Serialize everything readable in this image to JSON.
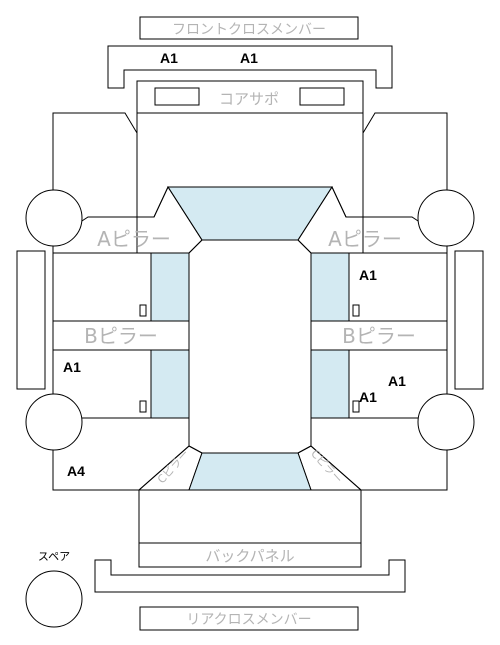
{
  "labels": {
    "front_cross_member": "フロントクロスメンバー",
    "core_support": "コアサポ",
    "a_pillar_left": "Aピラー",
    "a_pillar_right": "Aピラー",
    "b_pillar_left": "Bピラー",
    "b_pillar_right": "Bピラー",
    "c_pillar_left": "Cピラー",
    "c_pillar_right": "Cピラー",
    "back_panel": "バックパネル",
    "rear_cross_member": "リアクロスメンバー",
    "spare": "スペア"
  },
  "marks": {
    "front_left": "A1",
    "front_right": "A1",
    "right_front_door": "A1",
    "left_rear_door": "A1",
    "right_rear_outer": "A1",
    "right_rear_inner": "A1",
    "left_quarter": "A4"
  },
  "colors": {
    "glass": "#d4eaf2",
    "outline": "#000000",
    "label": "#b4b4b4"
  }
}
